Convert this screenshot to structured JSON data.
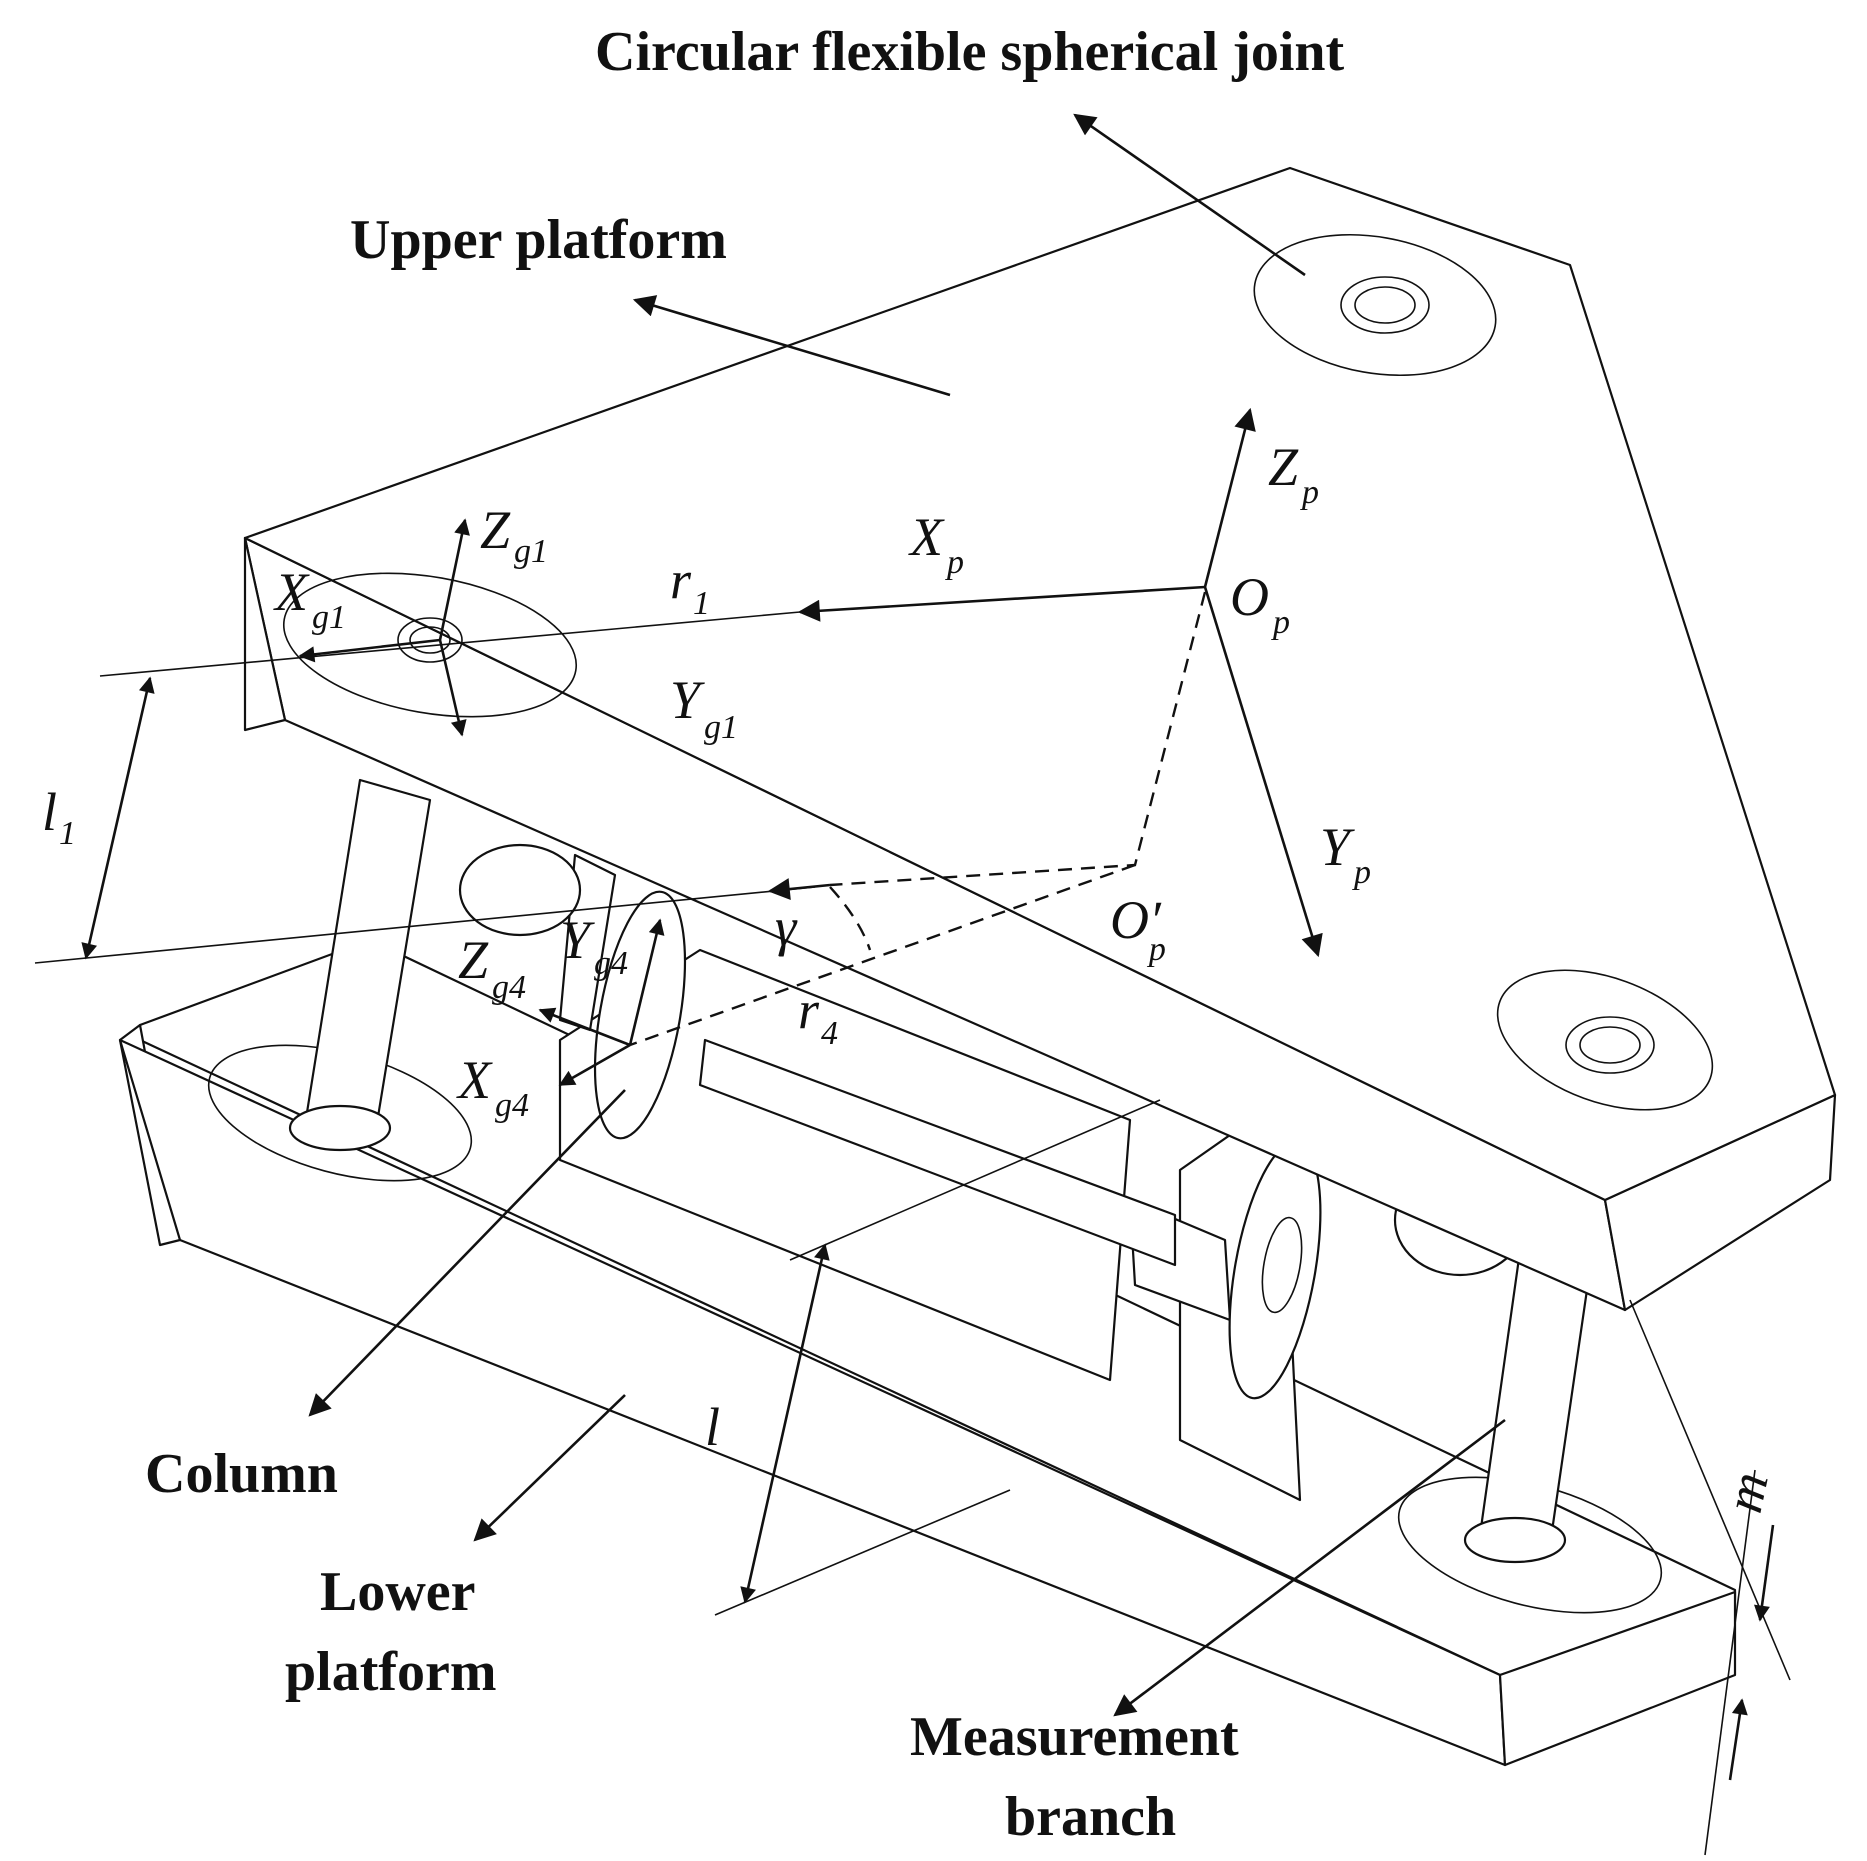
{
  "labels": {
    "circular_joint": "Circular flexible spherical joint",
    "upper_platform": "Upper platform",
    "column": "Column",
    "lower_platform_line1": "Lower",
    "lower_platform_line2": "platform",
    "measurement_branch_line1": "Measurement",
    "measurement_branch_line2": "branch"
  },
  "symbols": {
    "zp": {
      "base": "Z",
      "sub": "p"
    },
    "xp": {
      "base": "X",
      "sub": "p"
    },
    "op": {
      "base": "O",
      "sub": "p"
    },
    "yp": {
      "base": "Y",
      "sub": "p"
    },
    "op_prime": {
      "base": "O′",
      "sub": "p"
    },
    "zg1": {
      "base": "Z",
      "sub": "g1"
    },
    "xg1": {
      "base": "X",
      "sub": "g1"
    },
    "yg1": {
      "base": "Y",
      "sub": "g1"
    },
    "r1": {
      "base": "r",
      "sub": "1"
    },
    "l1": {
      "base": "l",
      "sub": "1"
    },
    "zg4": {
      "base": "Z",
      "sub": "g4"
    },
    "yg4": {
      "base": "Y",
      "sub": "g4"
    },
    "xg4": {
      "base": "X",
      "sub": "g4"
    },
    "r4": {
      "base": "r",
      "sub": "4"
    },
    "gamma": {
      "base": "γ",
      "sub": ""
    },
    "l": {
      "base": "l",
      "sub": ""
    },
    "m": {
      "base": "m",
      "sub": ""
    }
  }
}
